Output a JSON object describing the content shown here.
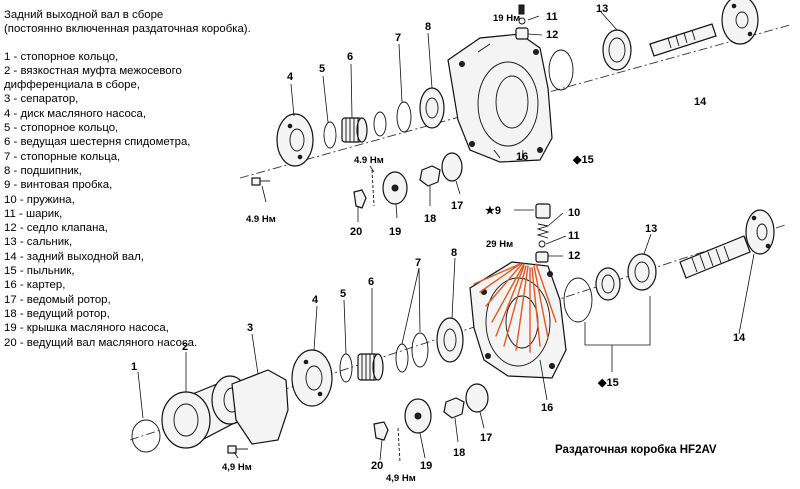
{
  "header": {
    "title_line1": "Задний выходной вал в сборе",
    "title_line2": "(постоянно включенная раздаточная коробка)."
  },
  "legend": [
    "1 - стопорное кольцо,",
    "2 - вязкостная муфта межосевого",
    "дифференциала в сборе,",
    "3 - сепаратор,",
    "4 - диск масляного насоса,",
    "5 - стопорное кольцо,",
    "6 - ведущая шестерня спидометра,",
    "7 - стопорные кольца,",
    "8 - подшипник,",
    "9 - винтовая пробка,",
    "10 - пружина,",
    "11 - шарик,",
    "12 - седло клапана,",
    "13 - сальник,",
    "14 - задний выходной вал,",
    "15 - пыльник,",
    "16 - картер,",
    "17 - ведомый ротор,",
    "18 - ведущий ротор,",
    "19 - крышка масляного насоса,",
    "20 - ведущий вал масляного насоса."
  ],
  "top_diagram": {
    "callouts": [
      "4",
      "5",
      "6",
      "7",
      "8",
      "11",
      "12",
      "13",
      "14",
      "16",
      "◆15",
      "17",
      "18",
      "19",
      "20"
    ],
    "torques": [
      "19 Нм",
      "4.9 Нм",
      "4.9 Нм"
    ]
  },
  "bottom_diagram": {
    "callouts": [
      "1",
      "2",
      "3",
      "4",
      "5",
      "6",
      "7",
      "8",
      "★9",
      "10",
      "11",
      "12",
      "13",
      "14",
      "◆15",
      "16",
      "17",
      "18",
      "19",
      "20"
    ],
    "torques": [
      "29 Нм",
      "4,9 Нм",
      "4,9 Нм"
    ]
  },
  "caption": "Раздаточная коробка HF2AV",
  "colors": {
    "ink": "#111111",
    "annotation": "#e5591e",
    "background": "#ffffff"
  }
}
